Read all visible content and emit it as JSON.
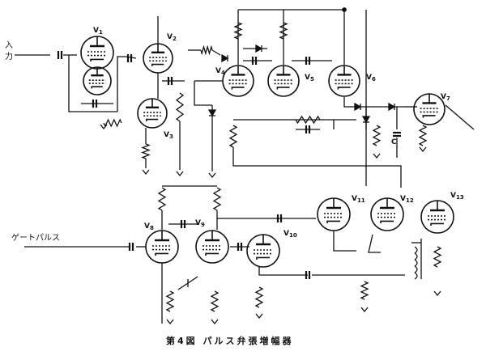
{
  "diagram": {
    "caption": "第4図 パルス弁張増幅器",
    "input_label_line1": "入",
    "input_label_line2": "力",
    "gate_pulse_label": "ゲートパルス",
    "capacitor_label": "C",
    "tubes": [
      {
        "main": "V",
        "sub": "1"
      },
      {
        "main": "V",
        "sub": "2"
      },
      {
        "main": "V",
        "sub": "3"
      },
      {
        "main": "V",
        "sub": "4"
      },
      {
        "main": "V",
        "sub": "5"
      },
      {
        "main": "V",
        "sub": "6"
      },
      {
        "main": "V",
        "sub": "7"
      },
      {
        "main": "V",
        "sub": "8"
      },
      {
        "main": "V",
        "sub": "9"
      },
      {
        "main": "V",
        "sub": "10"
      },
      {
        "main": "V",
        "sub": "11"
      },
      {
        "main": "V",
        "sub": "12"
      },
      {
        "main": "V",
        "sub": "13"
      }
    ]
  }
}
